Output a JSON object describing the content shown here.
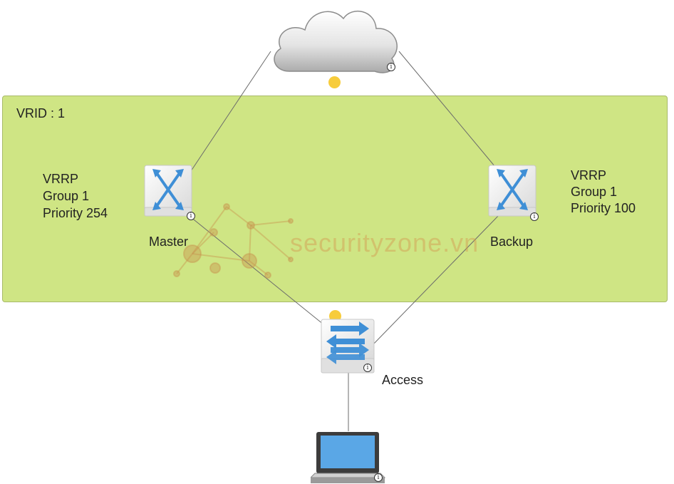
{
  "zone": {
    "title": "VRID : 1"
  },
  "master": {
    "name": "Master",
    "info_lines": [
      "VRRP",
      "Group 1",
      "Priority 254"
    ]
  },
  "backup": {
    "name": "Backup",
    "info_lines": [
      "VRRP",
      "Group 1",
      "Priority 100"
    ]
  },
  "access": {
    "name": "Access"
  },
  "info_badge": {
    "symbol": "i"
  },
  "watermark": {
    "text": "securityzone.vn"
  },
  "colors": {
    "zone_fill": "#cfe584",
    "status_dot": "#f7cc3b",
    "link": "#6b6b6b",
    "arrow_blue": "#3f8fd6"
  }
}
